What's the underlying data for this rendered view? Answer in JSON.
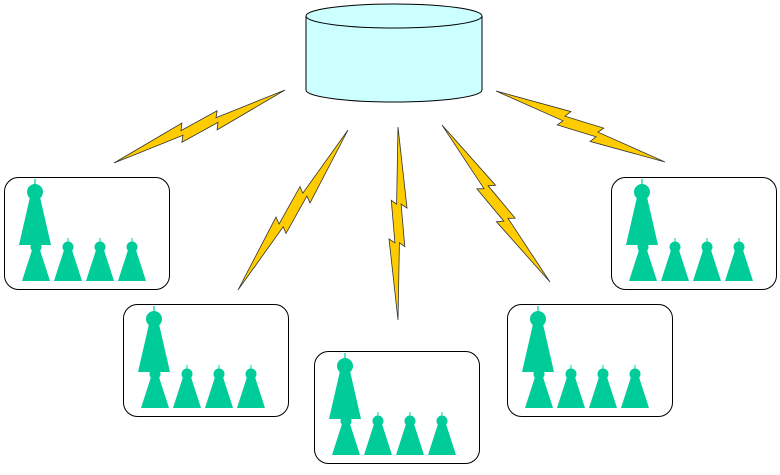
{
  "diagram": {
    "hub": {
      "icon": "database-cylinder-icon",
      "fill": "#ccffff",
      "stroke": "#000000"
    },
    "links": {
      "icon": "lightning-bolt-icon",
      "fill": "#ffcc00",
      "stroke": "#333333",
      "count": 5
    },
    "groups": [
      {
        "id": "group-1",
        "icon": "person-group-icon",
        "leaders": 1,
        "members": 4
      },
      {
        "id": "group-2",
        "icon": "person-group-icon",
        "leaders": 1,
        "members": 4
      },
      {
        "id": "group-3",
        "icon": "person-group-icon",
        "leaders": 1,
        "members": 4
      },
      {
        "id": "group-4",
        "icon": "person-group-icon",
        "leaders": 1,
        "members": 4
      },
      {
        "id": "group-5",
        "icon": "person-group-icon",
        "leaders": 1,
        "members": 4
      }
    ],
    "person_color": "#00cc99",
    "box_fill": "#ffffff",
    "box_stroke": "#000000"
  }
}
